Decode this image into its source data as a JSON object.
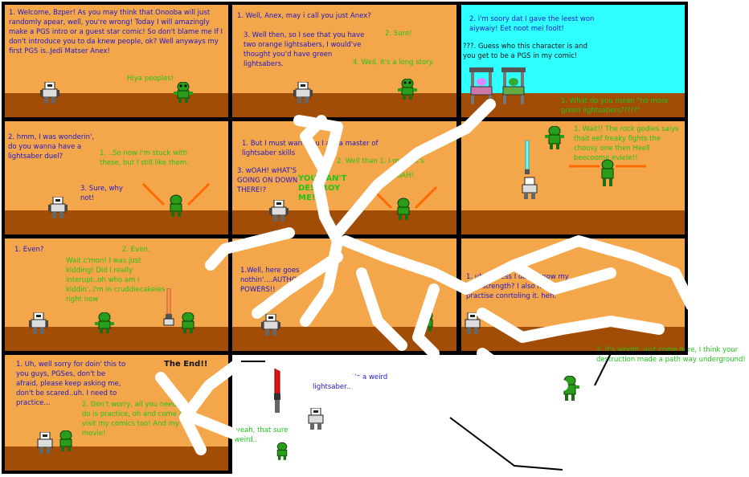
{
  "comic": {
    "panels": [
      {
        "id": "p1",
        "captions": [
          {
            "text": "1. Welcome, Bzper! As you may think that Onooba will just randomly apear, well, you're wrong! Today I will amazingly make a PGS intro or a guest star comic! So don't blame me If I don't introduce you to da knew people, ok? Well anyways my first PGS is..Jedi Matser Anex!",
            "color": "blue"
          },
          {
            "text": "Hiya peoples!",
            "color": "green"
          }
        ]
      },
      {
        "id": "p2",
        "captions": [
          {
            "text": "1. Well, Anex, may i call you just Anex?",
            "color": "blue"
          },
          {
            "text": "2. Sure!",
            "color": "green"
          },
          {
            "text": "3. Well then, so I see that you have two orange lightsabers, I would've thought you'd have green lightsabers.",
            "color": "blue"
          },
          {
            "text": "4. Well, it's a long story.",
            "color": "green"
          }
        ]
      },
      {
        "id": "p3",
        "captions": [
          {
            "text": "2. i'm soory dat I gave the leest won aiywaiy! Eet noot mei foolt!",
            "color": "blue"
          },
          {
            "text": "???. Guess who this character is and you get to be a PGS in my comic!",
            "color": "dark"
          },
          {
            "text": "1. What do you mean \"no more green lightsabers?!?!?\"",
            "color": "green"
          }
        ]
      },
      {
        "id": "p4",
        "captions": [
          {
            "text": "2. hmm, I was wonderin', do you wanna have a lightsaber duel?",
            "color": "blue"
          },
          {
            "text": "1. ..So now I'm stuck with these, but I still like them.",
            "color": "green"
          },
          {
            "text": "3. Sure, why not!",
            "color": "blue"
          }
        ]
      },
      {
        "id": "p5",
        "captions": [
          {
            "text": "1. But I must warn you I am a master of lightsaber skills",
            "color": "blue"
          },
          {
            "text": "2. Well than 1. I mean it's",
            "color": "green"
          },
          {
            "text": "3. wOAH! wHAT'S GOING ON DOWN THERE!?",
            "color": "blue"
          },
          {
            "text": "YOU CAN'T DESTROY ME!!",
            "color": "green"
          },
          {
            "text": "4. wOAH!",
            "color": "green"
          }
        ]
      },
      {
        "id": "p6",
        "captions": [
          {
            "text": "1. Wait!! The rock godies saiys thait eef freaky fights the choosy one then Heell beecoome eviele!!",
            "color": "green"
          }
        ]
      },
      {
        "id": "p7",
        "captions": [
          {
            "text": "1. Even?",
            "color": "blue"
          },
          {
            "text": "2. Even.",
            "color": "green"
          },
          {
            "text": "Wait c'mon! I was just kidding! Did I really interupt..oh who am i kiddin'..I'm in cruddiecakeies right now",
            "color": "green"
          }
        ]
      },
      {
        "id": "p8",
        "captions": [
          {
            "text": "1.Well, here goes nothin'....AUTHOR POWERS!!",
            "color": "blue"
          }
        ]
      },
      {
        "id": "p9",
        "captions": [
          {
            "text": "1. uh, I guess I don't know my own strength? I also need to practise conrtoling it. heh.",
            "color": "blue"
          },
          {
            "text": "2. it's alright, just come here, I think your destruction made a path way underground!",
            "color": "green"
          }
        ]
      },
      {
        "id": "p10",
        "captions": [
          {
            "text": "1. Uh, well sorry for doin' this to you guys, PGSes, don't be afraid, please keep asking me, don't be scared..uh. I need to practice...",
            "color": "blue"
          },
          {
            "text": "2. Don't worry, all you need to do is practice, oh and come and visit my comics too! And my movie!",
            "color": "green"
          },
          {
            "text": "The End!!",
            "color": "dark"
          }
        ]
      },
      {
        "id": "p11",
        "captions": [
          {
            "text": "1. wow, that's a weird lightsaber..",
            "color": "blue"
          },
          {
            "text": "2. yeah, that sure it weird..",
            "color": "green"
          }
        ]
      }
    ],
    "colors": {
      "sky": "#F4A64A",
      "floor": "#A14D08",
      "cyan_sky": "#2FFFFF",
      "border": "#000000",
      "blue_text": "#1F18C8",
      "green_text": "#22C41A",
      "scribble": "#FFFFFF"
    }
  }
}
